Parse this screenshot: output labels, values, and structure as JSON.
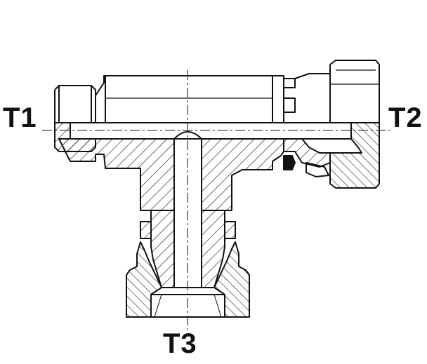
{
  "ports": {
    "t1": "T1",
    "t2": "T2",
    "t3": "T3"
  },
  "colors": {
    "line": "#111111",
    "hatch": "#222222",
    "background": "#ffffff"
  }
}
